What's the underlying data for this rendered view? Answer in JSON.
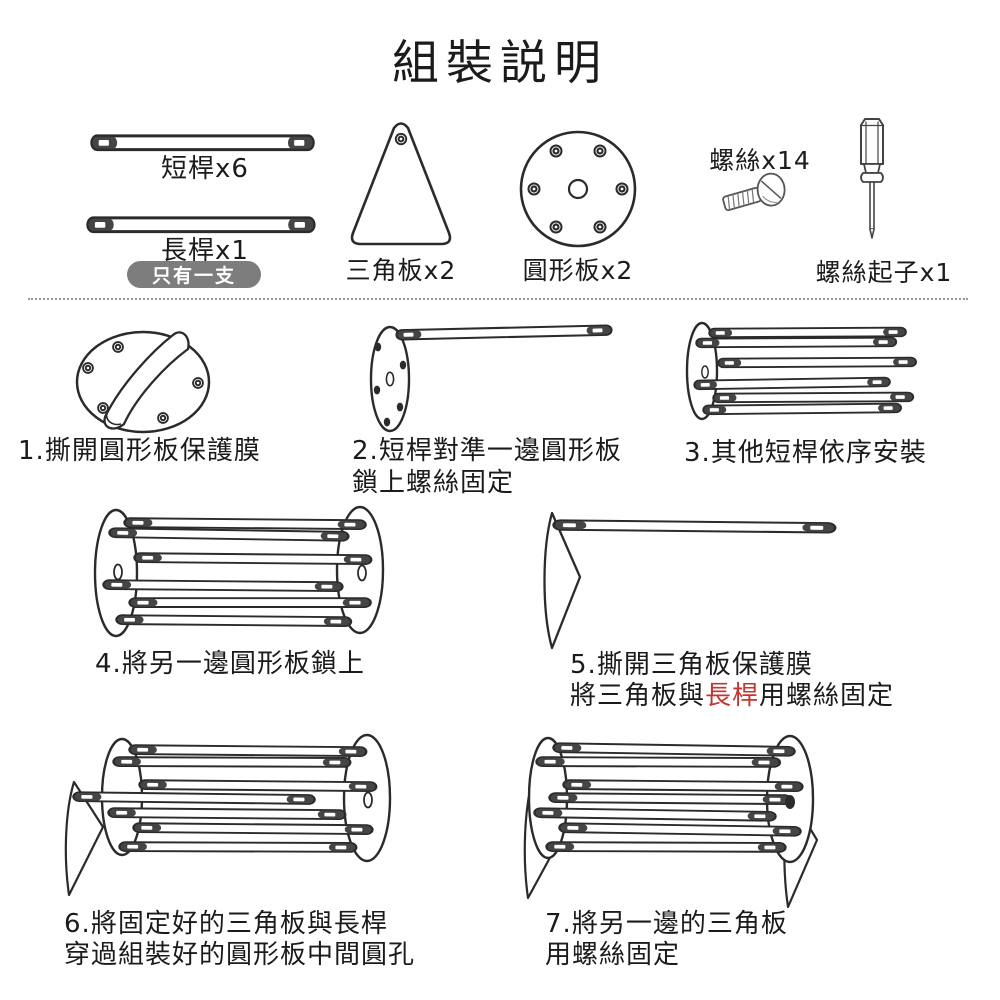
{
  "title": "組裝説明",
  "colors": {
    "line": "#2b2b2b",
    "badge_gray": "#7d7d7d",
    "accent_red": "#c53530",
    "background": "#ffffff"
  },
  "parts": {
    "short_rod": {
      "label": "短桿x6"
    },
    "long_rod": {
      "label": "長桿x1",
      "badge": "只有一支"
    },
    "triangle_plate": {
      "label": "三角板x2"
    },
    "circle_plate": {
      "label": "圓形板x2"
    },
    "screw": {
      "label": "螺絲x14"
    },
    "screwdriver": {
      "label": "螺絲起子x1"
    }
  },
  "steps": [
    {
      "number": "1.",
      "line1": "撕開圓形板保護膜"
    },
    {
      "number": "2.",
      "line1": "短桿對準一邊圓形板",
      "line2": "鎖上螺絲固定"
    },
    {
      "number": "3.",
      "line1": "其他短桿依序安裝"
    },
    {
      "number": "4.",
      "line1": "將另一邊圓形板鎖上"
    },
    {
      "number": "5.",
      "line1": "撕開三角板保護膜",
      "line2_prefix": "將三角板與",
      "line2_highlight": "長桿",
      "line2_suffix": "用螺絲固定"
    },
    {
      "number": "6.",
      "line1": "將固定好的三角板與長桿",
      "line2": "穿過組裝好的圓形板中間圓孔"
    },
    {
      "number": "7.",
      "line1": "將另一邊的三角板",
      "line2": "用螺絲固定"
    }
  ]
}
